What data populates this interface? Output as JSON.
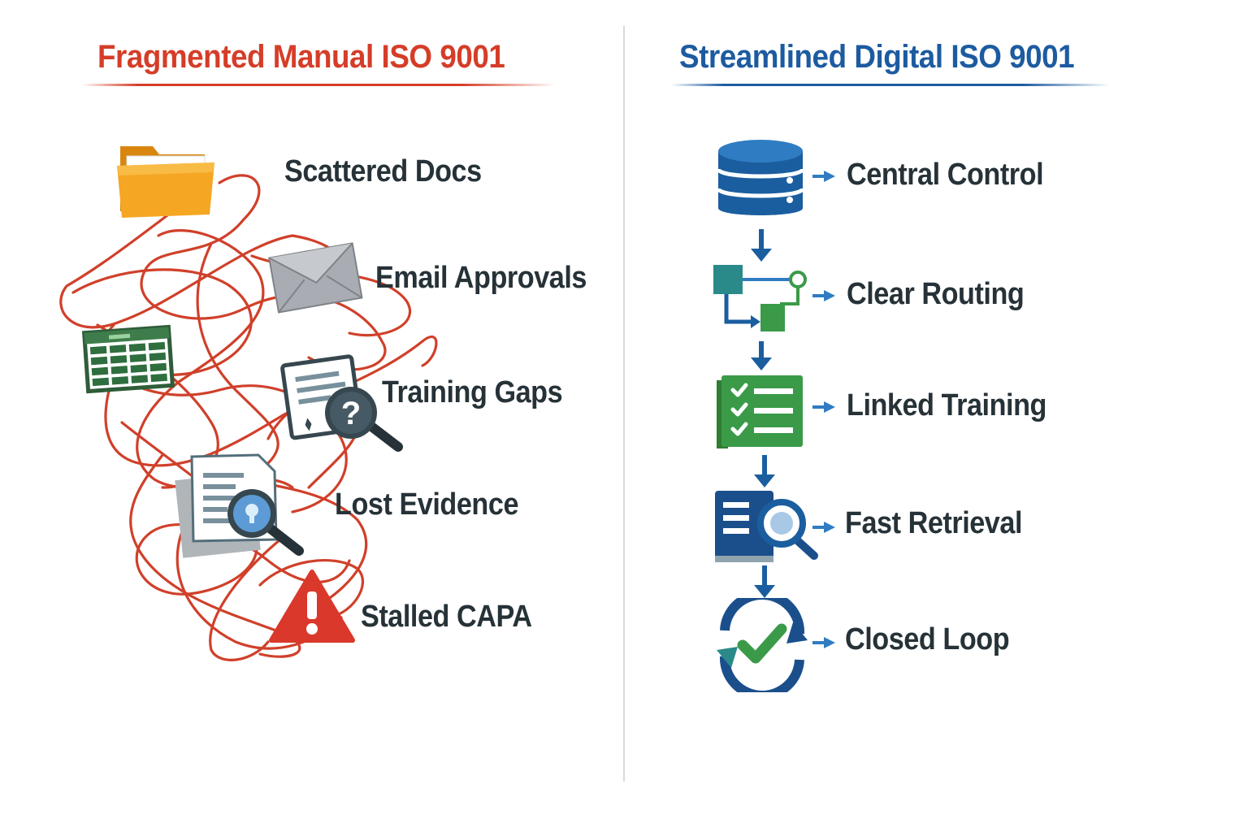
{
  "colors": {
    "left_accent": "#d53d28",
    "right_accent": "#1d5ba0",
    "label_text": "#263238",
    "tangle": "#d0402a",
    "green": "#3a9a48",
    "teal": "#2a8a8a"
  },
  "left": {
    "title": "Fragmented Manual ISO 9001",
    "items": [
      {
        "label": "Scattered Docs",
        "icon": "folder-icon"
      },
      {
        "label": "Email Approvals",
        "icon": "envelope-icon"
      },
      {
        "label": "Training Gaps",
        "icon": "document-question-icon"
      },
      {
        "label": "Lost Evidence",
        "icon": "document-search-icon"
      },
      {
        "label": "Stalled CAPA",
        "icon": "warning-icon"
      }
    ],
    "extra_icons": [
      "spreadsheet-icon"
    ]
  },
  "right": {
    "title": "Streamlined Digital ISO 9001",
    "items": [
      {
        "label": "Central Control",
        "icon": "database-icon"
      },
      {
        "label": "Clear Routing",
        "icon": "workflow-icon"
      },
      {
        "label": "Linked Training",
        "icon": "checklist-icon"
      },
      {
        "label": "Fast Retrieval",
        "icon": "document-search-icon"
      },
      {
        "label": "Closed Loop",
        "icon": "cycle-check-icon"
      }
    ]
  }
}
